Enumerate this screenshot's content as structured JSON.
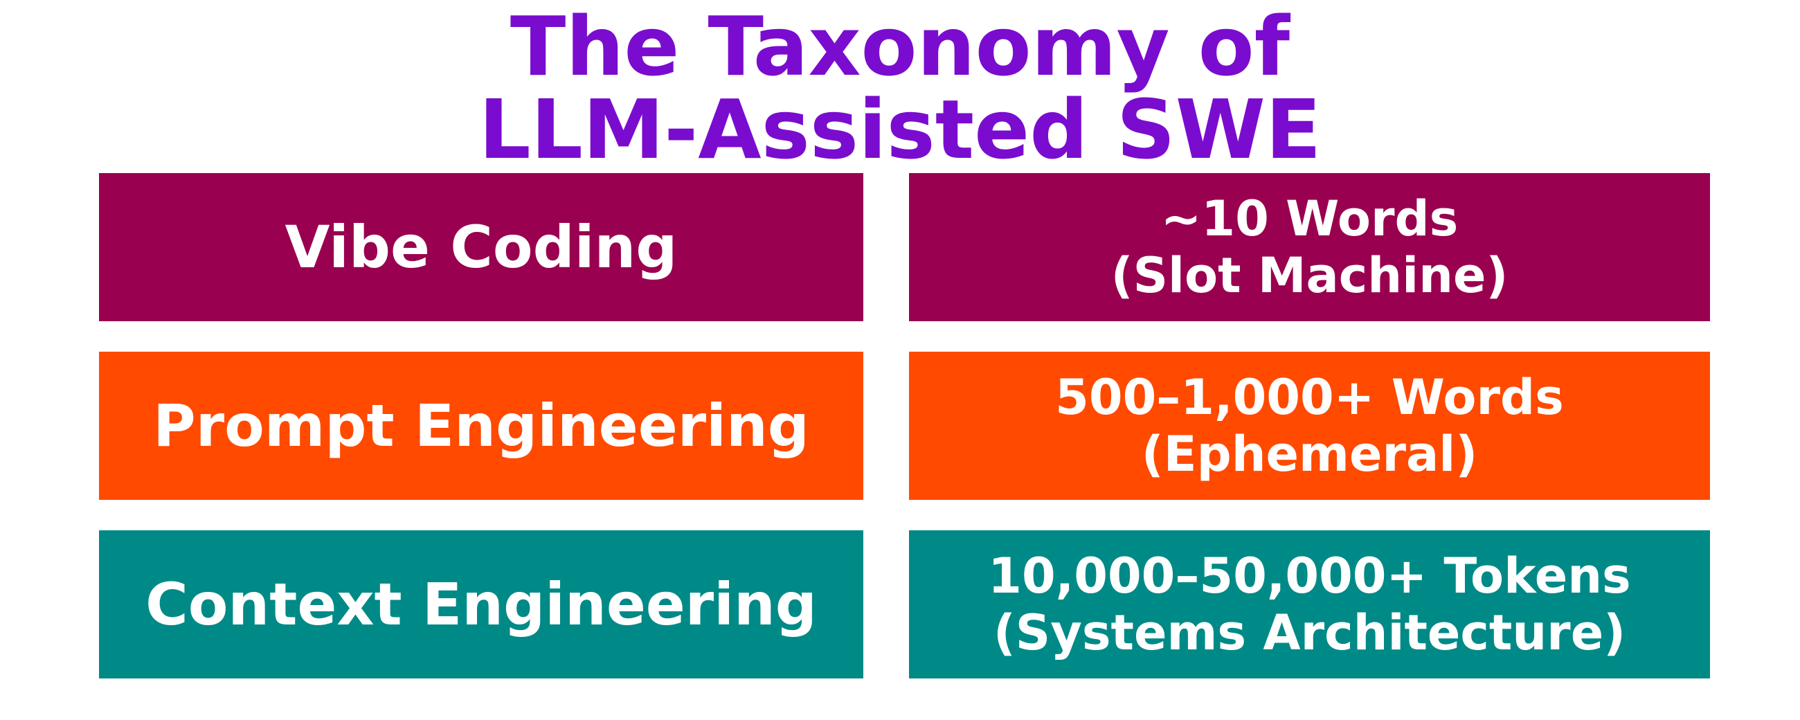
{
  "title": {
    "line1": "The Taxonomy of",
    "line2": "LLM-Assisted SWE",
    "color": "#7a0ccf"
  },
  "rows": [
    {
      "label": "Vibe Coding",
      "desc_line1": "~10 Words",
      "desc_line2": "(Slot Machine)",
      "color": "#990050"
    },
    {
      "label": "Prompt Engineering",
      "desc_line1": "500–1,000+ Words",
      "desc_line2": "(Ephemeral)",
      "color": "#ff4a00"
    },
    {
      "label": "Context Engineering",
      "desc_line1": "10,000–50,000+ Tokens",
      "desc_line2": "(Systems Architecture)",
      "color": "#008a87"
    }
  ]
}
